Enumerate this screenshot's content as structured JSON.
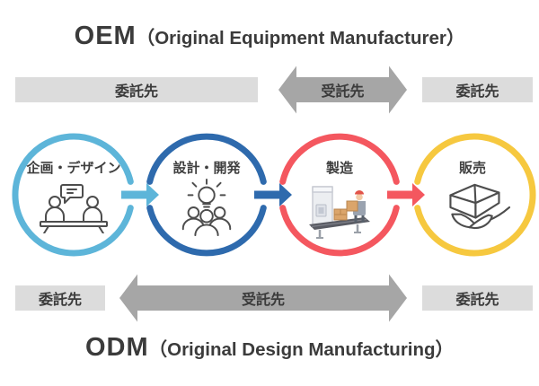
{
  "titles": {
    "oem": {
      "abbr": "OEM",
      "full": "（Original Equipment Manufacturer）"
    },
    "odm": {
      "abbr": "ODM",
      "full": "（Original Design Manufacturing）"
    }
  },
  "oem_row": {
    "left_label": "委託先",
    "middle_label": "受託先",
    "right_label": "委託先"
  },
  "odm_row": {
    "left_label": "委託先",
    "middle_label": "受託先",
    "right_label": "委託先"
  },
  "process": {
    "steps": [
      {
        "label": "企画・デザイン",
        "color": "#5db5d9",
        "icon": "meeting-icon"
      },
      {
        "label": "設計・開発",
        "color": "#2e6aad",
        "icon": "idea-team-icon"
      },
      {
        "label": "製造",
        "color": "#f4575f",
        "icon": "factory-conveyor-icon"
      },
      {
        "label": "販売",
        "color": "#f6c83f",
        "icon": "box-handover-icon"
      }
    ]
  },
  "colors": {
    "bar_gray": "#dcdcdc",
    "arrow_gray": "#a6a6a6",
    "text_dark": "#3b3b3b",
    "line_art": "#4d4d4d"
  }
}
